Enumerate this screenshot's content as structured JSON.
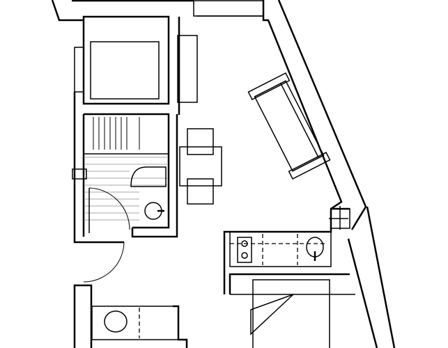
{
  "plan": {
    "type": "apartment floor plan",
    "rooms": [
      "closet",
      "bathroom",
      "living-room",
      "kitchen",
      "bedroom",
      "laundry"
    ],
    "colors": {
      "line": "#000000",
      "hatch": "#aaaaaa",
      "background": "#ffffff"
    }
  }
}
